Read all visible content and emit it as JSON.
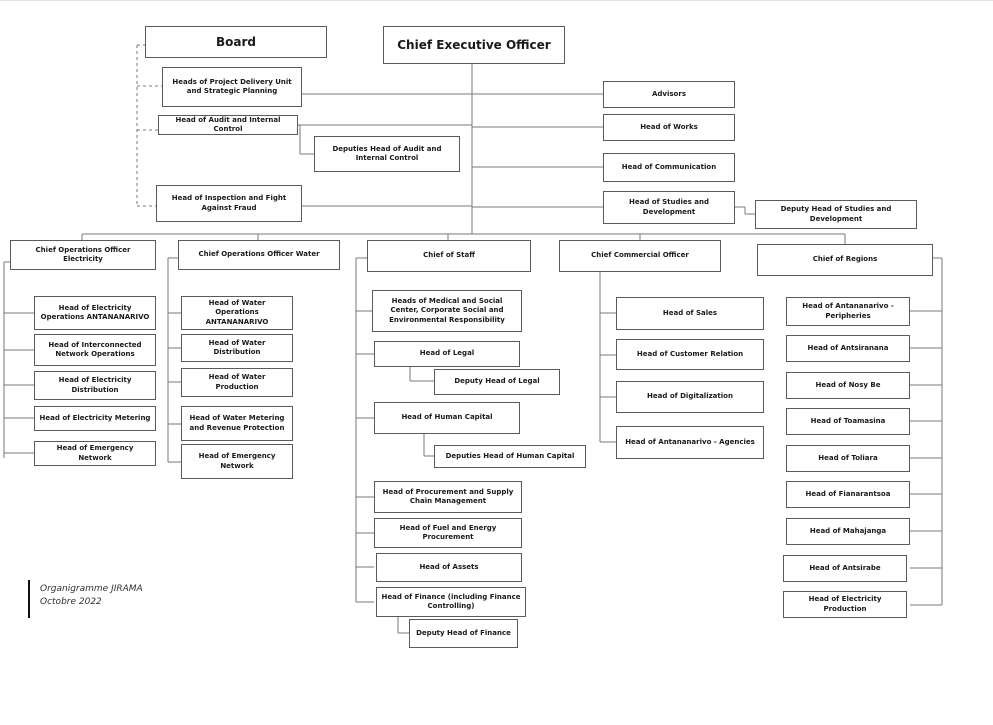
{
  "org": {
    "board": "Board",
    "ceo": "Chief Executive Officer",
    "staff_units": {
      "pdu": "Heads of Project Delivery Unit and Strategic Planning",
      "audit": "Head of Audit and Internal Control",
      "deputy_audit": "Deputies Head of Audit and Internal Control",
      "inspection": "Head of Inspection and Fight Against Fraud",
      "advisors": "Advisors",
      "works": "Head of Works",
      "communication": "Head of Communication",
      "studies": "Head of Studies and Development",
      "deputy_studies": "Deputy Head of Studies and Development"
    },
    "divisions": [
      {
        "title": "Chief Operations Officer Electricity",
        "units": [
          "Head of Electricity Operations ANTANANARIVO",
          "Head of Interconnected Network Operations",
          "Head of Electricity Distribution",
          "Head of Electricity Metering",
          "Head of Emergency Network"
        ]
      },
      {
        "title": "Chief Operations Officer Water",
        "units": [
          "Head of Water Operations ANTANANARIVO",
          "Head of Water Distribution",
          "Head of Water Production",
          "Head of Water Metering and Revenue Protection",
          "Head of Emergency Network"
        ]
      },
      {
        "title": "Chief of Staff",
        "units": [
          "Heads of Medical and Social Center, Corporate Social and Environmental Responsibility",
          "Head of Legal",
          "Deputy Head of Legal",
          "Head of Human Capital",
          "Deputies Head of Human Capital",
          "Head of Procurement and Supply Chain Management",
          "Head of Fuel and Energy Procurement",
          "Head of Assets",
          "Head of Finance (including Finance Controlling)",
          "Deputy Head of Finance"
        ]
      },
      {
        "title": "Chief Commercial Officer",
        "units": [
          "Head of Sales",
          "Head of Customer Relation",
          "Head of Digitalization",
          "Head of Antananarivo - Agencies"
        ]
      },
      {
        "title": "Chief of Regions",
        "units": [
          "Head of Antananarivo - Peripheries",
          "Head of Antsiranana",
          "Head of Nosy Be",
          "Head of Toamasina",
          "Head of Toliara",
          "Head of Fianarantsoa",
          "Head of Mahajanga",
          "Head of Antsirabe",
          "Head of Electricity Production"
        ]
      }
    ]
  },
  "note": {
    "line1": "Organigramme JIRAMA",
    "line2": "Octobre 2022"
  }
}
